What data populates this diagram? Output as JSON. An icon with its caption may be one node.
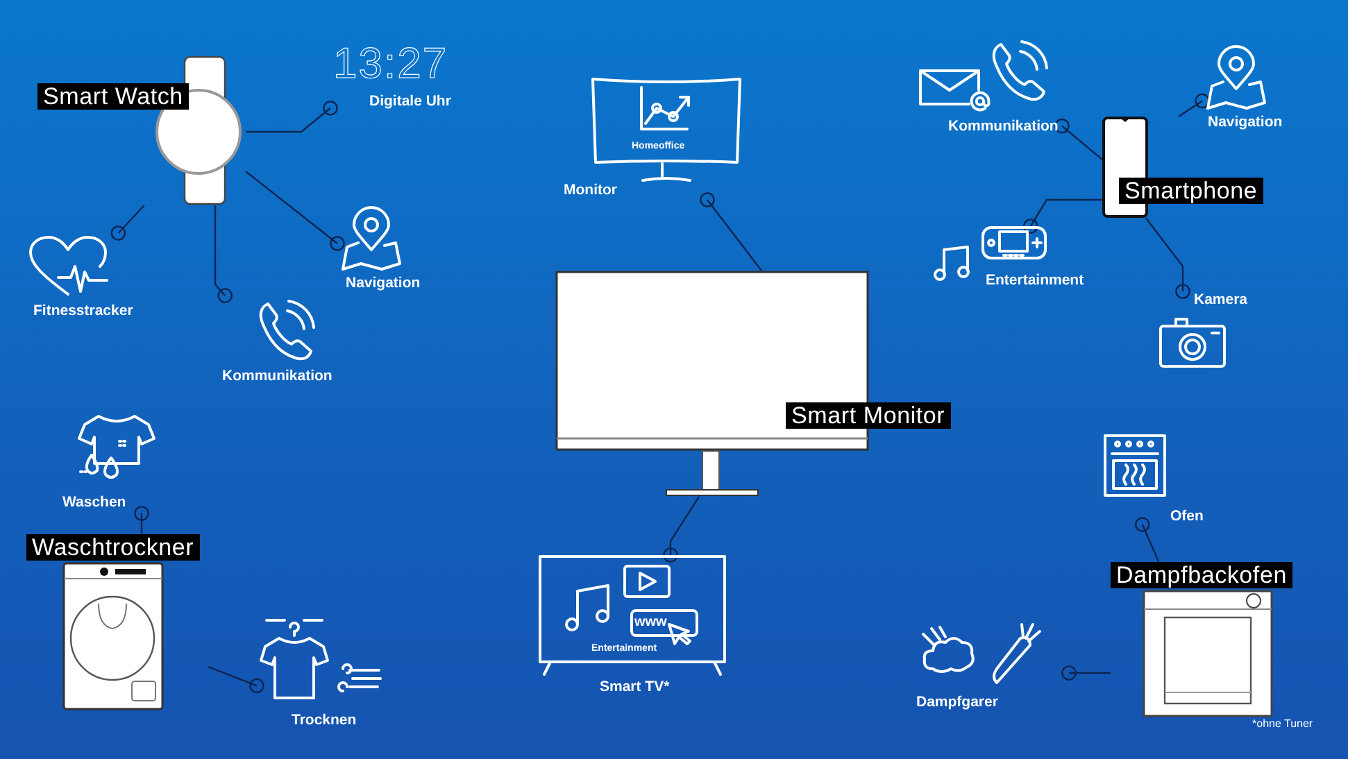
{
  "diagram": {
    "nodes": [
      {
        "text": [
          "Smart Watch"
        ]
      },
      {
        "text": [
          "13:27",
          "Digitale Uhr"
        ]
      },
      {
        "text": [
          "Fitnesstracker"
        ]
      },
      {
        "text": [
          "Navigation"
        ]
      },
      {
        "text": [
          "Kommunikation"
        ]
      },
      {
        "text": [
          "Smartphone"
        ]
      },
      {
        "text": [
          "Kommunikation"
        ]
      },
      {
        "text": [
          "Navigation"
        ]
      },
      {
        "text": [
          "Entertainment"
        ]
      },
      {
        "text": [
          "Kamera"
        ]
      },
      {
        "text": [
          "Smart Monitor"
        ]
      },
      {
        "text": [
          "Homeoffice",
          "Monitor"
        ]
      },
      {
        "text": [
          "www",
          "Entertainment",
          "Smart TV*"
        ]
      },
      {
        "text": [
          "Waschtrockner"
        ]
      },
      {
        "text": [
          "Waschen"
        ]
      },
      {
        "text": [
          "Trocknen"
        ]
      },
      {
        "text": [
          "Dampfbackofen"
        ]
      },
      {
        "text": [
          "Ofen"
        ]
      },
      {
        "text": [
          "Dampfgarer"
        ]
      }
    ],
    "edges": [
      {
        "from": 0,
        "to": 1,
        "arrow": "other"
      },
      {
        "from": 0,
        "to": 2,
        "arrow": "other"
      },
      {
        "from": 0,
        "to": 3,
        "arrow": "other"
      },
      {
        "from": 0,
        "to": 4,
        "arrow": "other"
      },
      {
        "from": 5,
        "to": 6,
        "arrow": "other"
      },
      {
        "from": 5,
        "to": 7,
        "arrow": "other"
      },
      {
        "from": 5,
        "to": 8,
        "arrow": "other"
      },
      {
        "from": 5,
        "to": 9,
        "arrow": "other"
      },
      {
        "from": 10,
        "to": 11,
        "arrow": "other"
      },
      {
        "from": 10,
        "to": 12,
        "arrow": "other"
      },
      {
        "from": 13,
        "to": 14,
        "arrow": "other"
      },
      {
        "from": 13,
        "to": 15,
        "arrow": "other"
      },
      {
        "from": 16,
        "to": 17,
        "arrow": "other"
      },
      {
        "from": 16,
        "to": 18,
        "arrow": "other"
      }
    ],
    "labels": [
      "*ohne Tuner"
    ]
  }
}
